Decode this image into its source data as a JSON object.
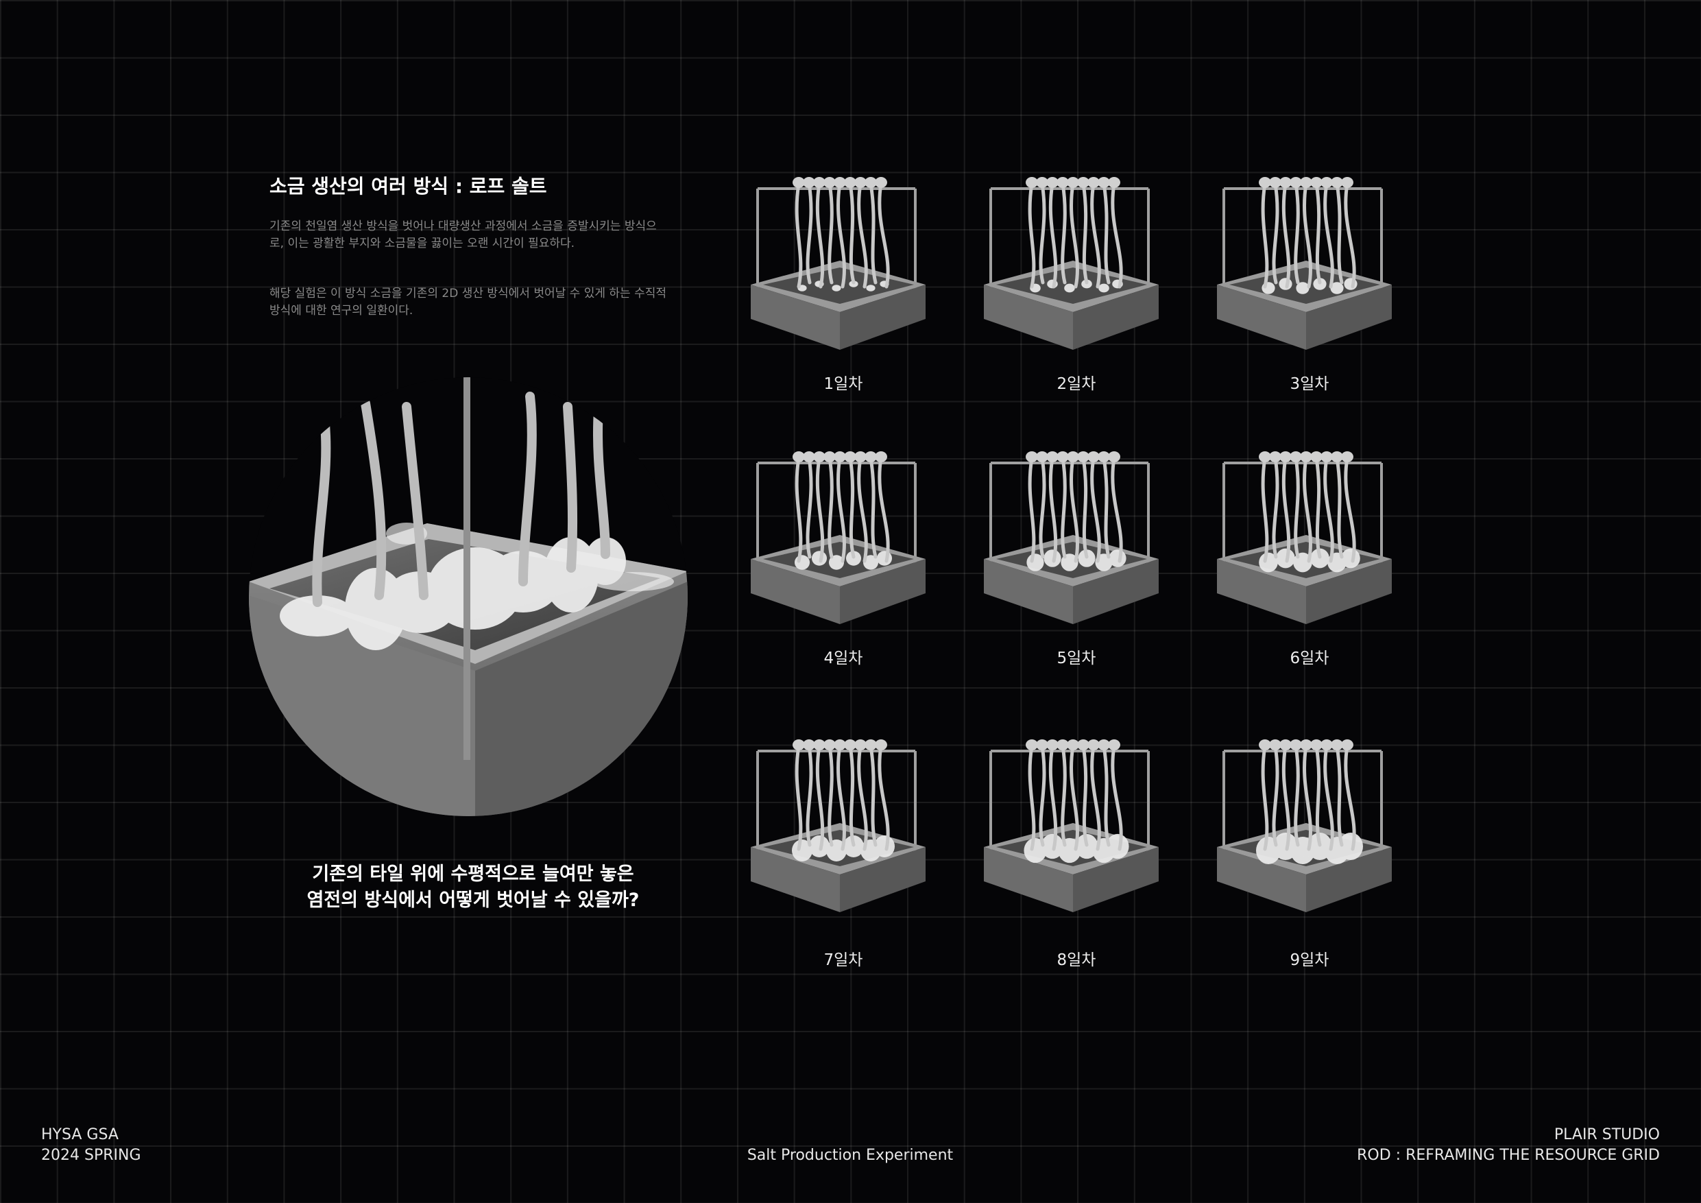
{
  "intro": {
    "title": "소금 생산의 여러 방식 : 로프 솔트",
    "paragraph1": "기존의 천일염 생산 방식을 벗어나 대량생산 과정에서 소금을 증발시키는 방식으로, 이는 광활한 부지와 소금물을 끓이는 오랜 시간이 필요하다.",
    "paragraph2": "해당 실험은 이 방식 소금을 기존의 2D 생산 방식에서 벗어날 수 있게 하는 수직적 방식에 대한 연구의 일환이다."
  },
  "question": {
    "line1": "기존의 타일 위에 수평적으로 늘여만 놓은",
    "line2": "염전의 방식에서 어떻게 벗어날 수 있을까?"
  },
  "experiment": {
    "days": [
      {
        "label": "1일차",
        "growth": 0.05
      },
      {
        "label": "2일차",
        "growth": 0.15
      },
      {
        "label": "3일차",
        "growth": 0.3
      },
      {
        "label": "4일차",
        "growth": 0.42
      },
      {
        "label": "5일차",
        "growth": 0.55
      },
      {
        "label": "6일차",
        "growth": 0.65
      },
      {
        "label": "7일차",
        "growth": 0.75
      },
      {
        "label": "8일차",
        "growth": 0.88
      },
      {
        "label": "9일차",
        "growth": 1.0
      }
    ]
  },
  "footer": {
    "left_line1": "HYSA GSA",
    "left_line2": "2024 SPRING",
    "center": "Salt Production Experiment",
    "right_line1": "PLAIR STUDIO",
    "right_line2": "ROD : REFRAMING THE RESOURCE GRID"
  },
  "colors": {
    "background": "#050507",
    "tray_top": "#9a9a9a",
    "tray_side": "#6c6c6c",
    "salt": "#e8e8e8",
    "rope": "#c8c8c8"
  }
}
